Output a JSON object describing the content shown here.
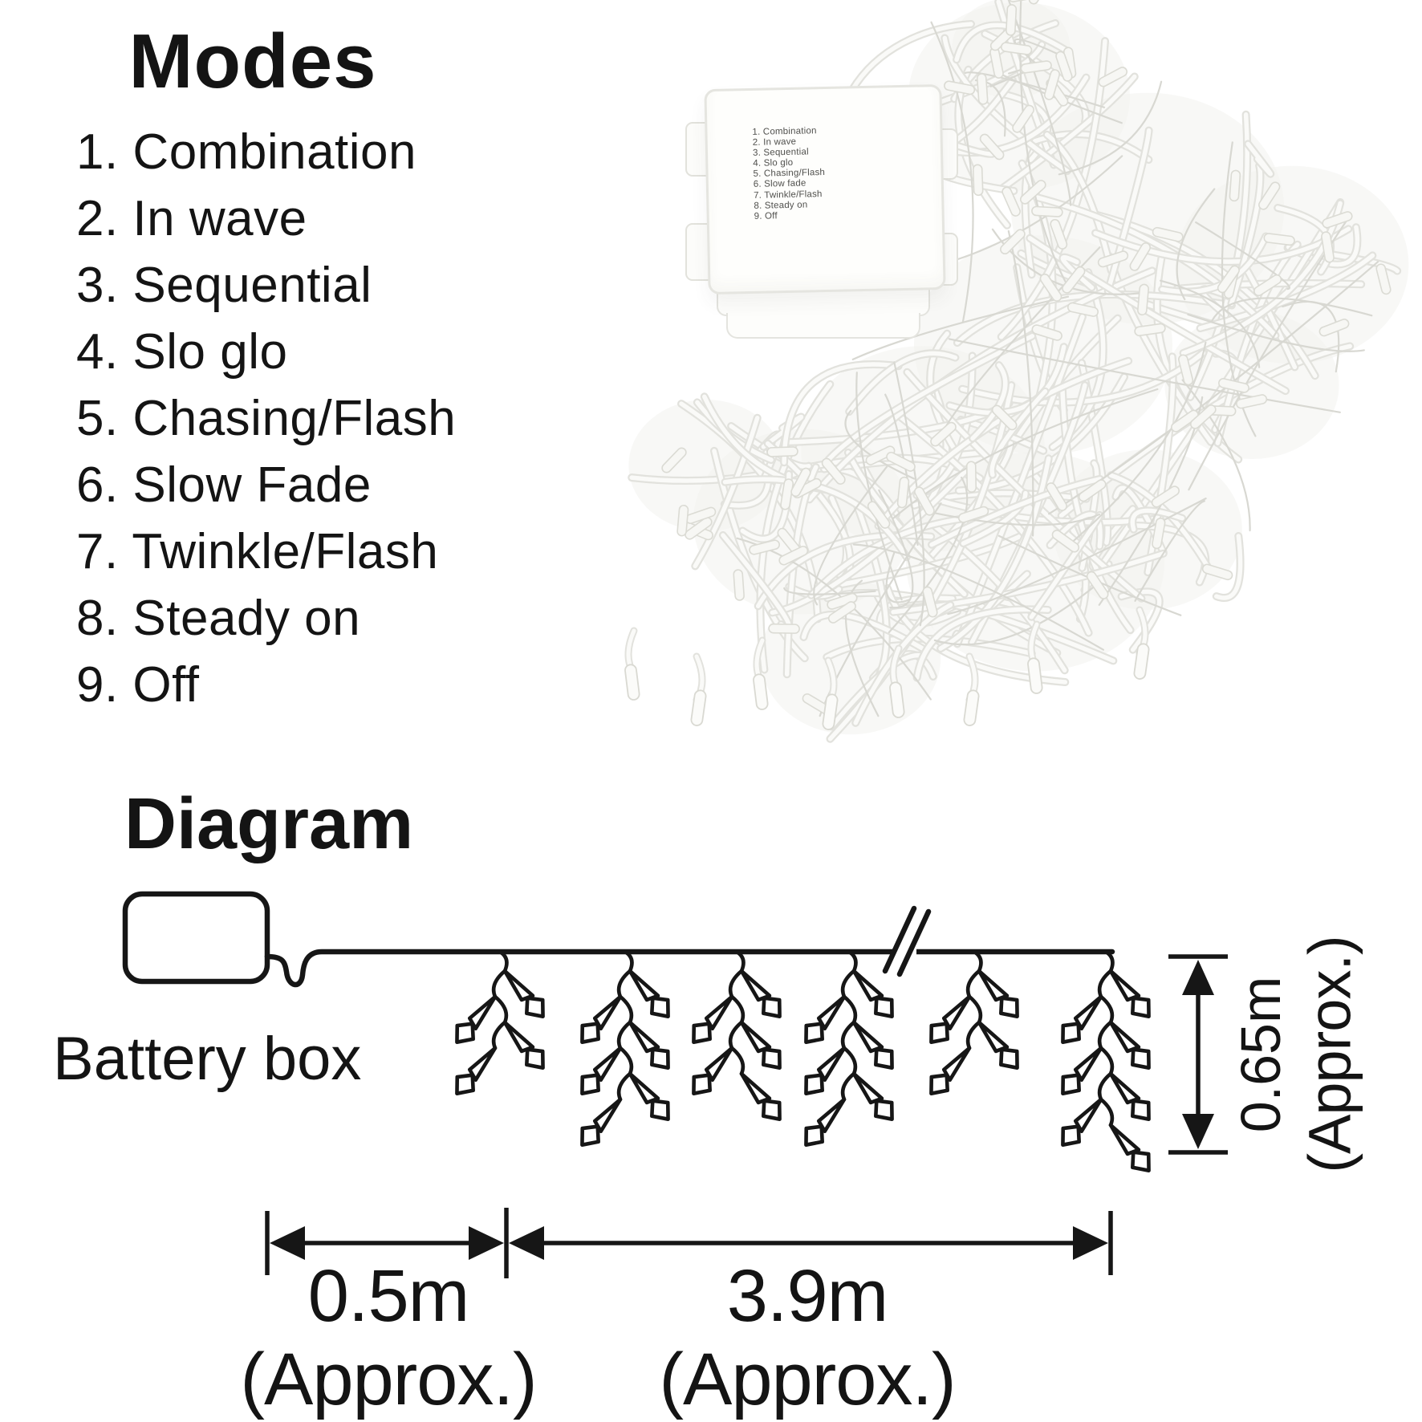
{
  "page": {
    "background": "#ffffff",
    "ink": "#141414"
  },
  "modes": {
    "title": "Modes",
    "items": [
      "1. Combination",
      "2. In wave",
      "3. Sequential",
      "4. Slo glo",
      "5. Chasing/Flash",
      "6. Slow Fade",
      "7. Twinkle/Flash",
      "8. Steady on",
      "9. Off"
    ]
  },
  "photo": {
    "box_print": [
      "1. Combination",
      "2. In wave",
      "3. Sequential",
      "4. Slo glo",
      "5. Chasing/Flash",
      "6. Slow fade",
      "7. Twinkle/Flash",
      "8. Steady on",
      "9. Off"
    ],
    "wire_color": "#eeeeea",
    "bulb_color": "#f7f7f4"
  },
  "diagram": {
    "title": "Diagram",
    "battery_box_label": "Battery box",
    "height_dimension": {
      "value": "0.65m",
      "qualifier": "(Approx.)"
    },
    "lead_dimension": {
      "value": "0.5m",
      "qualifier": "(Approx.)"
    },
    "string_dimension": {
      "value": "3.9m",
      "qualifier": "(Approx.)"
    }
  }
}
